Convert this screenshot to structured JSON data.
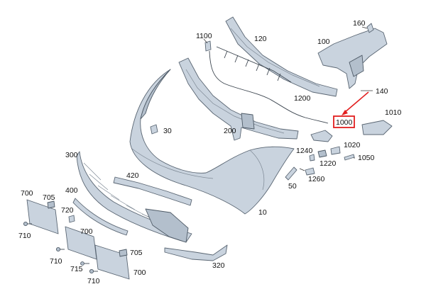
{
  "highlight_color": "#e21f1f",
  "part_color": "#c9d3de",
  "labels": {
    "p10": "10",
    "p30": "30",
    "p50": "50",
    "p100": "100",
    "p120": "120",
    "p140": "140",
    "p160": "160",
    "p200": "200",
    "p300": "300",
    "p320": "320",
    "p400": "400",
    "p420": "420",
    "p700a": "700",
    "p700b": "700",
    "p700c": "700",
    "p705a": "705",
    "p705b": "705",
    "p710a": "710",
    "p710b": "710",
    "p710c": "710",
    "p715": "715",
    "p720": "720",
    "p1000": "1000",
    "p1010": "1010",
    "p1020": "1020",
    "p1050": "1050",
    "p1100": "1100",
    "p1200": "1200",
    "p1220": "1220",
    "p1240": "1240",
    "p1260": "1260"
  }
}
